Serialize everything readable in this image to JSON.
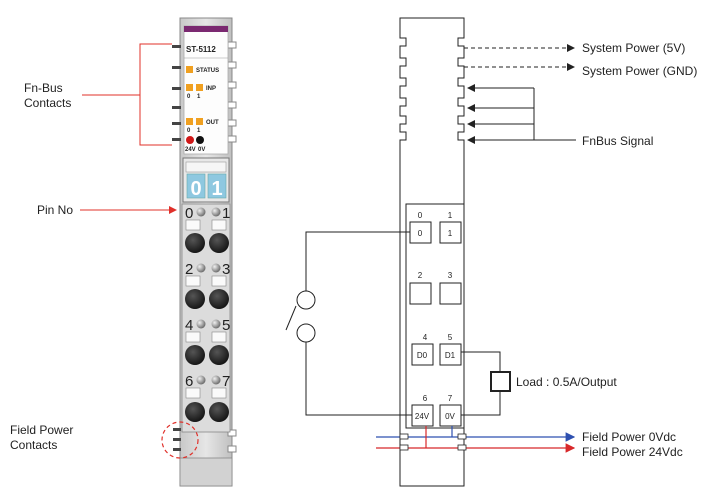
{
  "left": {
    "model": "ST-5112",
    "led_status": "STATUS",
    "led_inp": "INP",
    "led_inp_0": "0",
    "led_inp_1": "1",
    "led_out": "OUT",
    "led_out_0": "0",
    "led_out_1": "1",
    "led_24v": "24V",
    "led_0v": "0V",
    "window_digits": [
      "0",
      "1"
    ],
    "pin_numbers": [
      "0",
      "1",
      "2",
      "3",
      "4",
      "5",
      "6",
      "7"
    ],
    "labels": {
      "fnbus_contacts_1": "Fn-Bus",
      "fnbus_contacts_2": "Contacts",
      "pin_no": "Pin No",
      "field_power_1": "Field Power",
      "field_power_2": "Contacts"
    }
  },
  "right": {
    "terminal_top": [
      "0",
      "1",
      "2",
      "3",
      "4",
      "5",
      "6",
      "7"
    ],
    "terminal_box": [
      "0",
      "1",
      "",
      "",
      "D0",
      "D1",
      "24V",
      "0V"
    ],
    "system_power_5v": "System Power (5V)",
    "system_power_gnd": "System Power (GND)",
    "fnbus_signal": "FnBus Signal",
    "load": "Load : 0.5A/Output",
    "field_power_0v": "Field Power 0Vdc",
    "field_power_24v": "Field Power 24Vdc"
  },
  "colors": {
    "accent_purple": "#7a2870",
    "led_orange": "#f0a020",
    "window_blue": "#8ec8e0",
    "pointer_red": "#e0302a",
    "field_blue": "#2e50b0",
    "field_red": "#d8282a"
  }
}
